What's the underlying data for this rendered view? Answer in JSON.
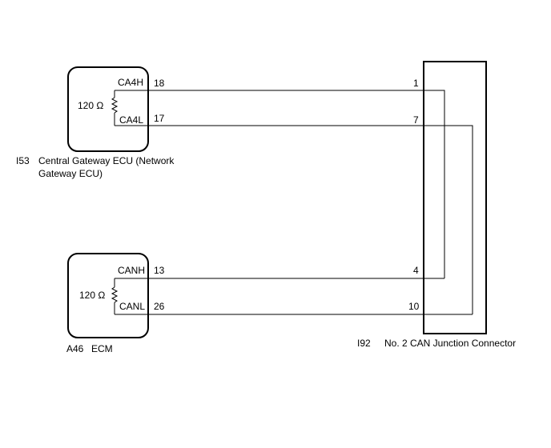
{
  "gateway": {
    "code": "I53",
    "name_line1": "Central Gateway ECU (Network",
    "name_line2": "Gateway ECU)",
    "resistor": "120 Ω",
    "pin_high_label": "CA4H",
    "pin_high_num": "18",
    "pin_low_label": "CA4L",
    "pin_low_num": "17"
  },
  "ecm": {
    "code": "A46",
    "name": "ECM",
    "resistor": "120 Ω",
    "pin_high_label": "CANH",
    "pin_high_num": "13",
    "pin_low_label": "CANL",
    "pin_low_num": "26"
  },
  "junction": {
    "code": "I92",
    "name": "No. 2 CAN Junction Connector",
    "pins": [
      "1",
      "7",
      "4",
      "10"
    ]
  },
  "colors": {
    "line": "#000000",
    "background": "#ffffff"
  }
}
